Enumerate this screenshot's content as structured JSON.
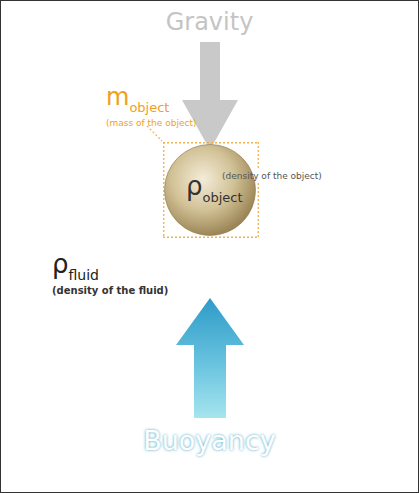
{
  "diagram": {
    "nodes": [
      {
        "text": [
          "m",
          "object",
          "(mass of the object)"
        ]
      },
      {
        "text": [
          "ρ",
          "object",
          "(density of the object)"
        ],
        "in": 0
      },
      {
        "text": [
          "ρ",
          "fluid",
          "(density of the fluid)"
        ]
      }
    ],
    "labels": [
      "Gravity",
      "Buoyancy"
    ]
  }
}
